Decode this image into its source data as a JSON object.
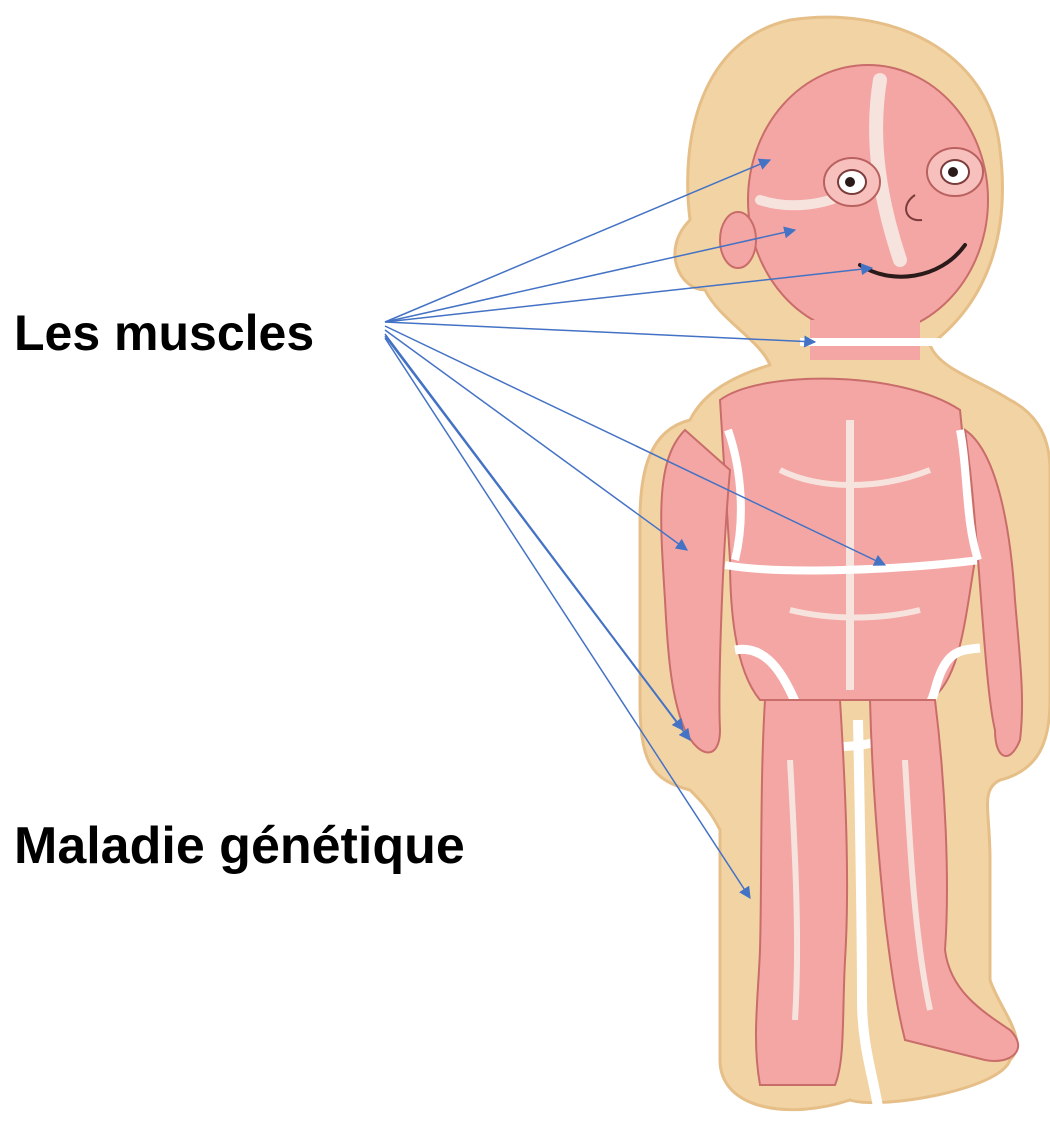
{
  "labels": {
    "muscles": "Les muscles",
    "disease": "Maladie génétique"
  },
  "colors": {
    "wood": "#f2d3a4",
    "wood_edge": "#e6bf88",
    "muscle": "#f4a6a4",
    "muscle_dark": "#e58482",
    "tendon": "#f7e3dd",
    "arrow": "#4472c4",
    "text": "#000000"
  },
  "arrows": {
    "count": 9,
    "targets": [
      "temple",
      "cheek",
      "mouth",
      "neck",
      "abdomen",
      "forearm",
      "hand",
      "thigh"
    ]
  }
}
